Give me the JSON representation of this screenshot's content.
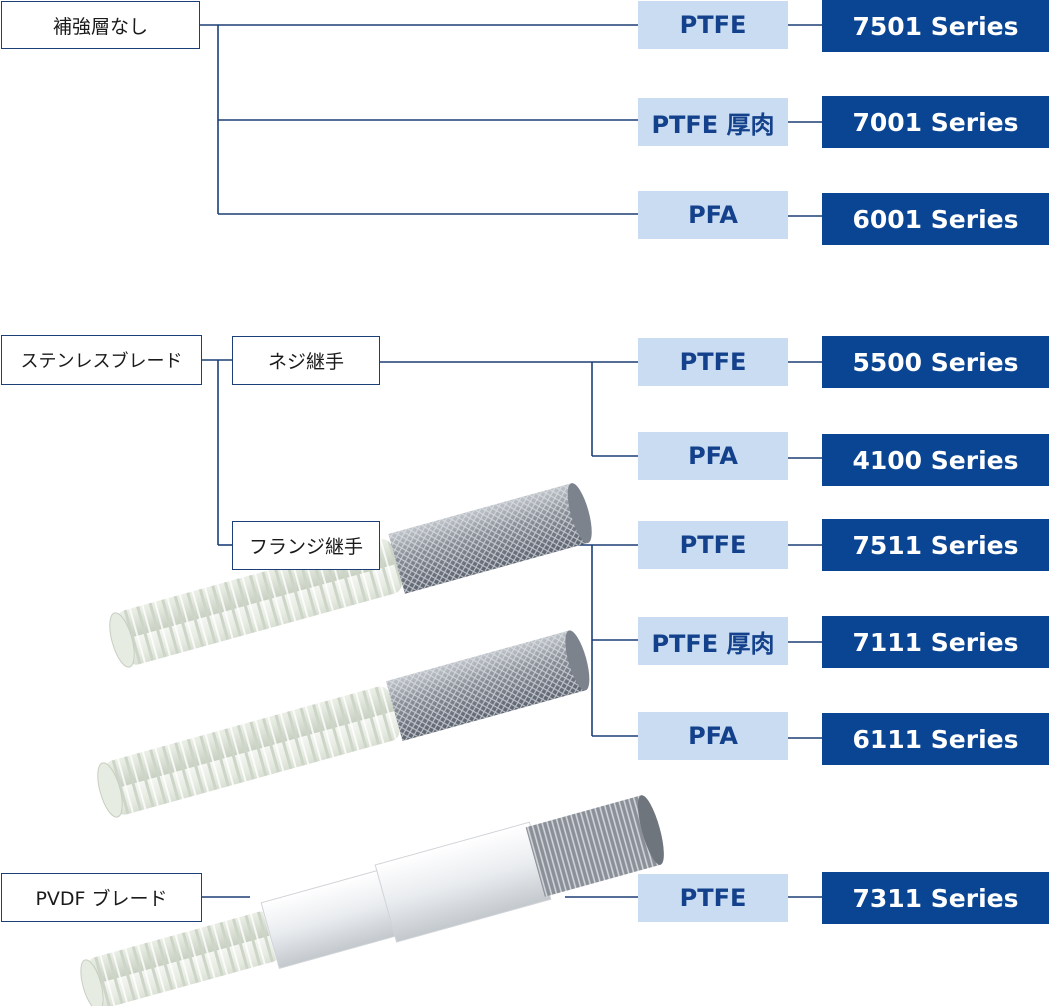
{
  "colors": {
    "line": "#1d3f77",
    "material_bg": "#c9dcf1",
    "material_text": "#14418b",
    "series_bg": "#0a4593",
    "series_text": "#ffffff"
  },
  "groups": [
    {
      "label": "補強層なし"
    },
    {
      "label": "ステンレスブレード",
      "subs": [
        {
          "label": "ネジ継手"
        },
        {
          "label": "フランジ継手"
        }
      ]
    },
    {
      "label": "PVDF ブレード"
    }
  ],
  "rows": [
    {
      "material": "PTFE",
      "series": "7501 Series"
    },
    {
      "material": "PTFE 厚肉",
      "series": "7001 Series"
    },
    {
      "material": "PFA",
      "series": "6001 Series"
    },
    {
      "material": "PTFE",
      "series": "5500 Series"
    },
    {
      "material": "PFA",
      "series": "4100 Series"
    },
    {
      "material": "PTFE",
      "series": "7511 Series"
    },
    {
      "material": "PTFE 厚肉",
      "series": "7111 Series"
    },
    {
      "material": "PFA",
      "series": "6111 Series"
    },
    {
      "material": "PTFE",
      "series": "7311 Series"
    }
  ],
  "hose_images": [
    {
      "name": "corrugated-hose-stainless-braid"
    },
    {
      "name": "corrugated-hose-stainless-braid"
    },
    {
      "name": "corrugated-hose-pvdf-braid"
    }
  ]
}
